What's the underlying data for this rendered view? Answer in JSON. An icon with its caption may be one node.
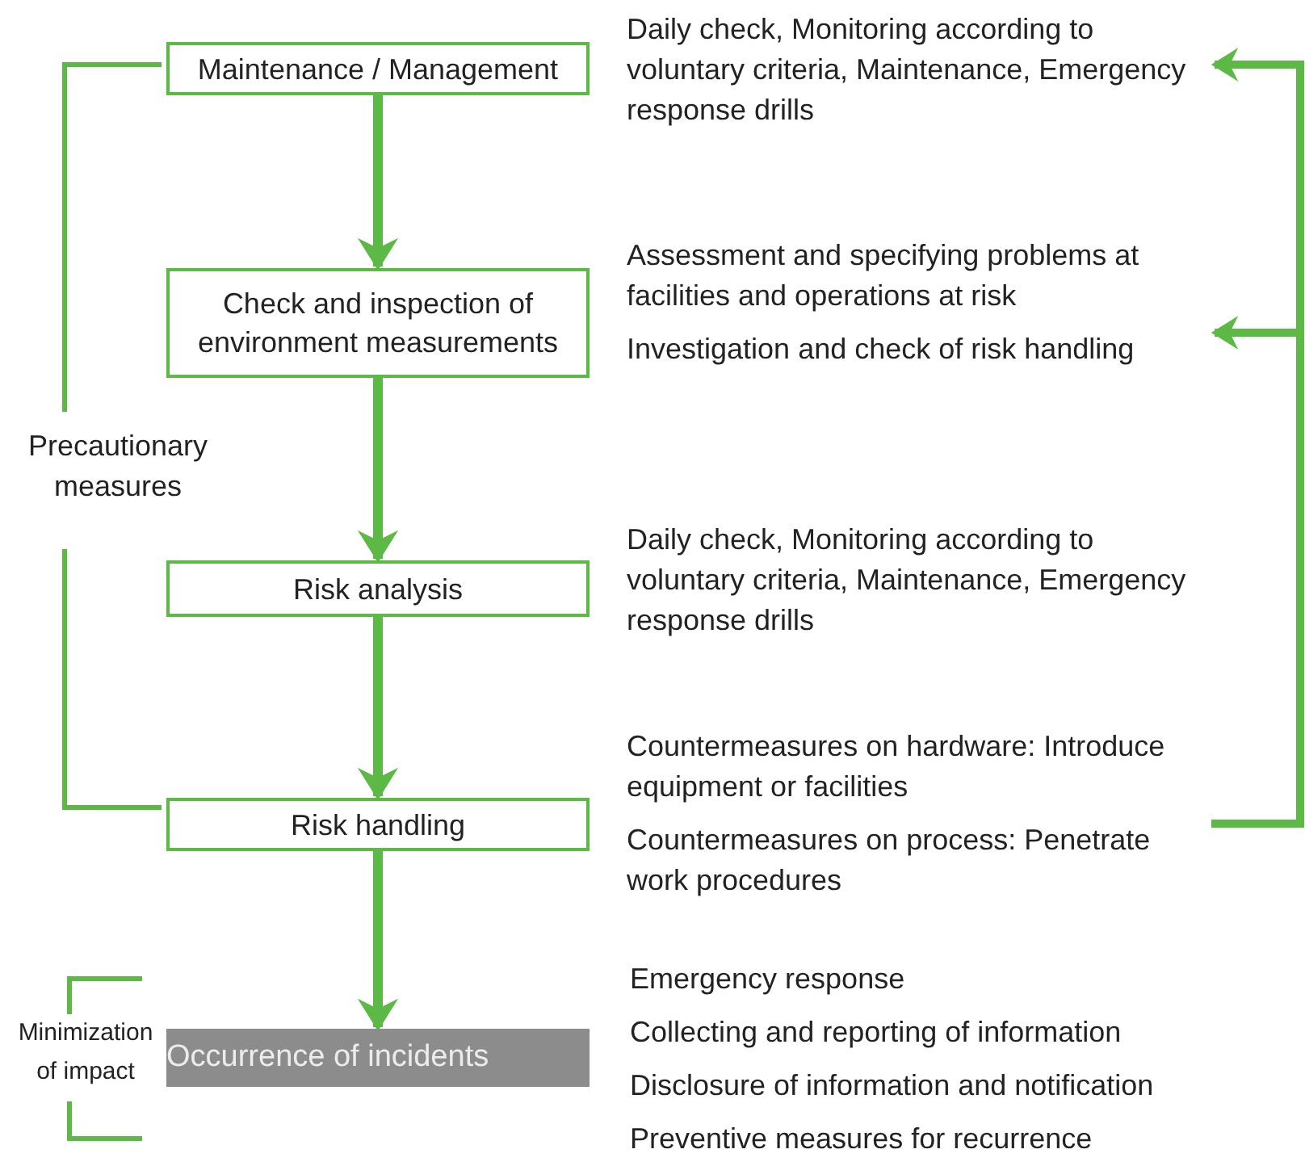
{
  "diagram": {
    "nodes": [
      {
        "text": [
          "Maintenance / Management"
        ]
      },
      {
        "text": [
          "Check and inspection of environment measurements"
        ]
      },
      {
        "text": [
          "Risk analysis"
        ]
      },
      {
        "text": [
          "Risk handling"
        ]
      },
      {
        "text": [
          "Occurrence of incidents"
        ]
      },
      {
        "text": [
          "Daily check, Monitoring according to voluntary criteria, Maintenance, Emergency response drills"
        ]
      },
      {
        "text": [
          "Assessment and specifying problems at facilities and operations at risk",
          "Investigation and check of risk handling"
        ]
      },
      {
        "text": [
          "Daily check, Monitoring according to voluntary criteria, Maintenance, Emergency response drills"
        ]
      },
      {
        "text": [
          "Countermeasures on hardware: Introduce equipment or facilities",
          "Countermeasures on process: Penetrate work procedures"
        ]
      }
    ],
    "edges": [
      {
        "from": 0,
        "to": 1,
        "arrow": "to"
      },
      {
        "from": 1,
        "to": 2,
        "arrow": "to"
      },
      {
        "from": 2,
        "to": 3,
        "arrow": "to"
      },
      {
        "from": 3,
        "to": 4,
        "arrow": "to"
      },
      {
        "from": 8,
        "to": 5,
        "arrow": "to"
      },
      {
        "from": 8,
        "to": 6,
        "arrow": "to"
      }
    ],
    "labels": [
      "Precautionary measures",
      "Minimization of impact",
      "Emergency response",
      "Collecting and reporting of information",
      "Disclosure of information and notification",
      "Preventive measures for recurrence"
    ]
  }
}
